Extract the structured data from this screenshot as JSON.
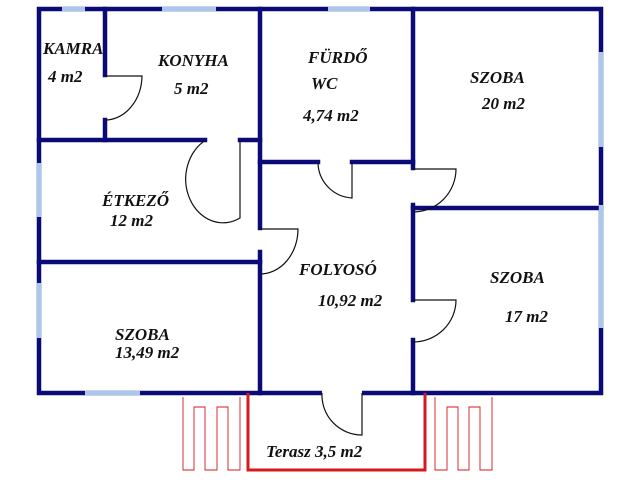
{
  "rooms": {
    "kamra": {
      "name": "KAMRA",
      "area": "4 m2"
    },
    "konyha": {
      "name": "KONYHA",
      "area": "5 m2"
    },
    "furdo": {
      "name": "FÜRDŐ",
      "name2": "WC",
      "area": "4,74 m2"
    },
    "szoba_ne": {
      "name": "SZOBA",
      "area": "20 m2"
    },
    "etkezo": {
      "name": "ÉTKEZŐ",
      "area": "12 m2"
    },
    "folyoso": {
      "name": "FOLYOSÓ",
      "area": "10,92 m2"
    },
    "szoba_se": {
      "name": "SZOBA",
      "area": "17 m2"
    },
    "szoba_sw": {
      "name": "SZOBA",
      "area": "13,49 m2"
    },
    "terasz": {
      "label": "Terasz 3,5 m2"
    }
  },
  "colors": {
    "wall": "#0a0a78",
    "window": "#a9c8ec",
    "terrace": "#d4181e"
  }
}
